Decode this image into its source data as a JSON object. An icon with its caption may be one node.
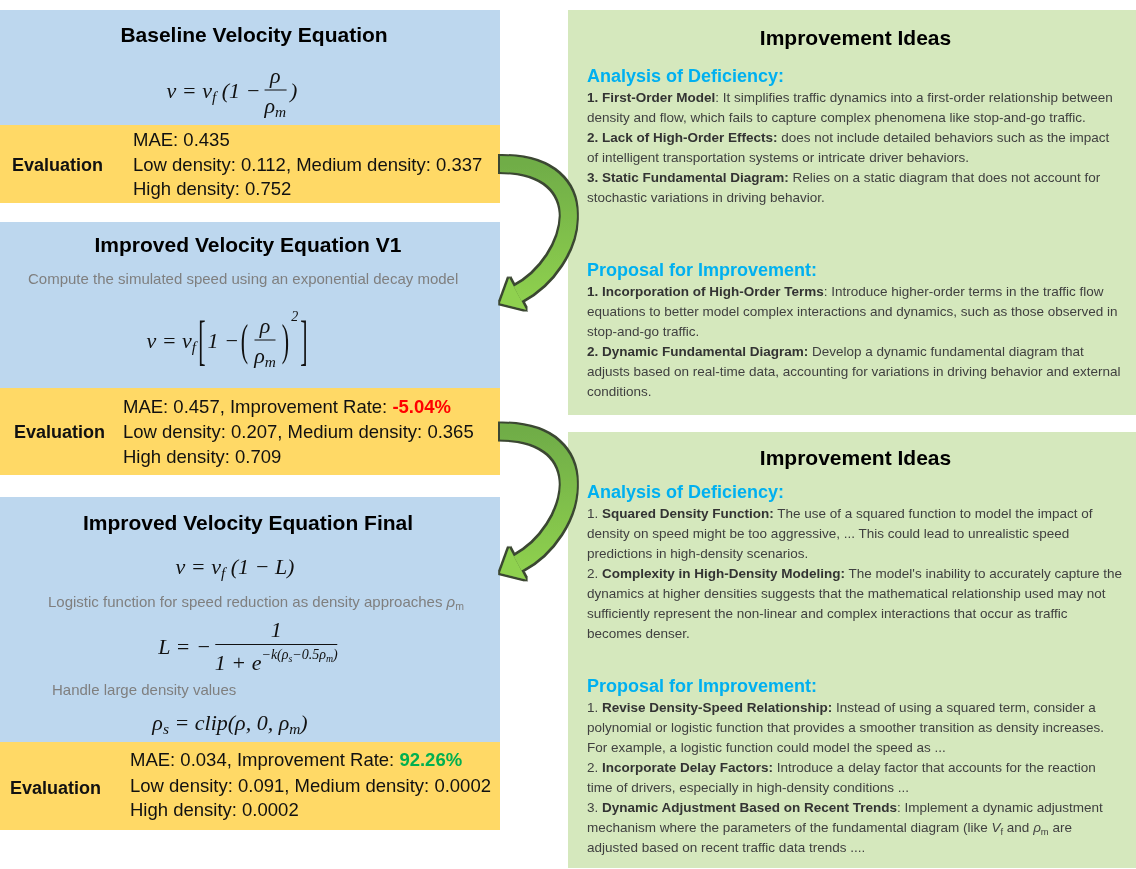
{
  "diagram": {
    "nodes": [
      {
        "text": [
          "Baseline Velocity Equation",
          "v = v$_{f}$ (1 −",
          "ρ",
          "ρ$_{m}$",
          ")"
        ]
      },
      {
        "text": [
          "Evaluation",
          "MAE: 0.435",
          "Low density: 0.112, Medium density: 0.337",
          "High density: 0.752"
        ]
      },
      {
        "text": [
          "Improved Velocity Equation V1",
          "Compute the simulated speed using an exponential decay model",
          "v = v$_{f}$",
          "[",
          "1 −",
          "(",
          "ρ",
          "ρ$_{m}$",
          ")",
          "2",
          "]"
        ]
      },
      {
        "text": [
          "Evaluation",
          "MAE: 0.457, Improvement Rate: **-5.04%**",
          "Low density: 0.207, Medium density: 0.365",
          "High density: 0.709"
        ]
      },
      {
        "text": [
          "Improved Velocity Equation Final",
          "v = v$_{f}$ (1 − L)",
          "Logistic function for speed reduction as density approaches *ρ*$_{m}$",
          "L = −",
          "1",
          "1 + e",
          "−k(ρ$_{s}$−0.5ρ$_{m}$)",
          "Handle large density values",
          "ρ$_{s}$ = clip(ρ, 0, ρ$_{m}$)"
        ]
      },
      {
        "text": [
          "Evaluation",
          "MAE: 0.034, Improvement Rate: **92.26%**",
          "Low density: 0.091, Medium density: 0.0002",
          "High density: 0.0002"
        ]
      },
      {
        "text": [
          "Improvement Ideas",
          "Analysis of Deficiency:",
          "**1. First-Order Model**: It simplifies traffic dynamics into a first-order relationship between density and flow, which fails to capture complex phenomena like stop-and-go traffic.",
          "**2. Lack of High-Order Effects:** does not include detailed behaviors such as the impact of intelligent transportation systems or intricate driver behaviors.",
          "**3. Static Fundamental Diagram:** Relies on a static diagram that does not account for stochastic variations in driving behavior.",
          "Proposal for Improvement:",
          "**1. Incorporation of High-Order Terms**: Introduce higher-order terms in the traffic flow equations to better model complex interactions and dynamics, such as those observed in stop-and-go traffic.",
          "**2. Dynamic Fundamental Diagram:** Develop a dynamic fundamental diagram that adjusts based on real-time data, accounting for variations in driving behavior and external conditions."
        ]
      },
      {
        "text": [
          "Improvement Ideas",
          "Analysis of Deficiency:",
          "1. **Squared Density Function:** The use of a squared function to model the impact of density on speed might be too aggressive, ... This could lead to unrealistic speed predictions in high-density scenarios.",
          "2. **Complexity in High-Density Modeling:** The model's inability to accurately capture the dynamics at higher densities suggests that the mathematical relationship used may not sufficiently represent the non-linear and complex interactions that occur as traffic becomes denser.",
          "Proposal for Improvement:",
          "1. **Revise Density-Speed Relationship:** Instead of using a squared term, consider a polynomial or logistic function that provides a smoother transition as density increases. For example, a logistic function could model the speed as ...",
          "2. **Incorporate Delay Factors:** Introduce a delay factor that accounts for the reaction time of drivers, especially in high-density conditions ...",
          "3. **Dynamic Adjustment Based on Recent Trends**: Implement a dynamic adjustment mechanism where the parameters of the fundamental diagram (like *V*$_{f}$ and *ρ*$_{m}$ are adjusted based on recent traffic data trends ...."
        ]
      }
    ],
    "edges": [
      {
        "from": 1,
        "to": 2,
        "arrow": "to",
        "style": "thick"
      },
      {
        "from": 3,
        "to": 4,
        "arrow": "to",
        "style": "thick"
      }
    ]
  }
}
